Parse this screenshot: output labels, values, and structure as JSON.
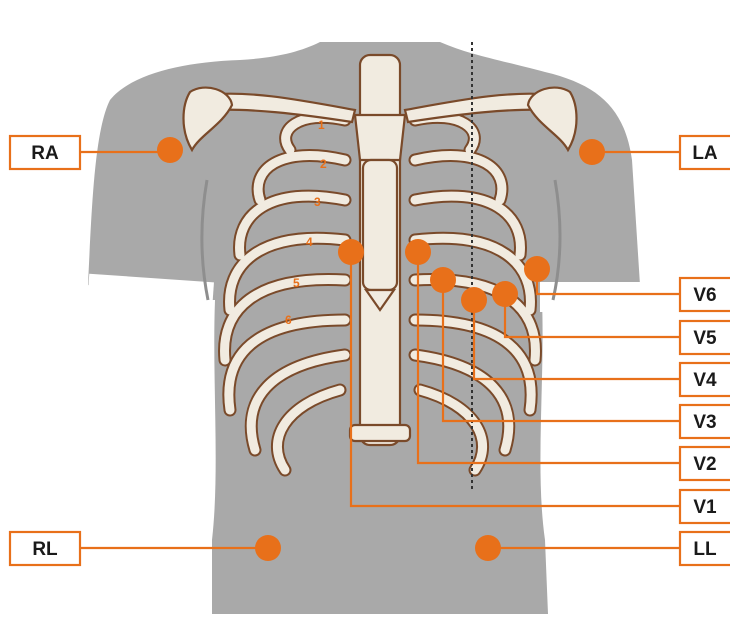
{
  "colors": {
    "accent": "#e8701a",
    "body": "#a9a9a9",
    "bone": "#f1ebe0",
    "bone_outline": "#7a4a2a"
  },
  "limb_leads": [
    {
      "id": "ra",
      "label": "RA"
    },
    {
      "id": "la",
      "label": "LA"
    },
    {
      "id": "rl",
      "label": "RL"
    },
    {
      "id": "ll",
      "label": "LL"
    }
  ],
  "chest_leads": [
    {
      "id": "v1",
      "label": "V1"
    },
    {
      "id": "v2",
      "label": "V2"
    },
    {
      "id": "v3",
      "label": "V3"
    },
    {
      "id": "v4",
      "label": "V4"
    },
    {
      "id": "v5",
      "label": "V5"
    },
    {
      "id": "v6",
      "label": "V6"
    }
  ],
  "rib_numbers": [
    "1",
    "2",
    "3",
    "4",
    "5",
    "6"
  ]
}
